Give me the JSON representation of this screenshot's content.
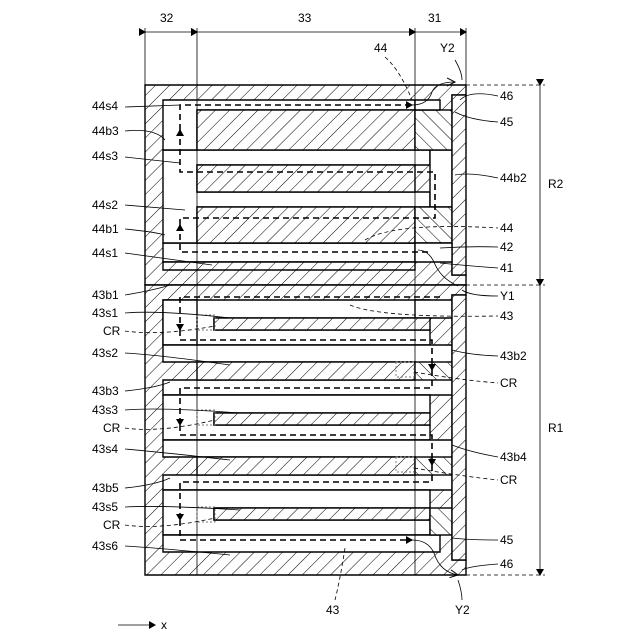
{
  "regions": {
    "r32": "32",
    "r33": "33",
    "r31": "31"
  },
  "refs": {
    "n44_top": "44",
    "y2_top": "Y2",
    "n46_top": "46",
    "n45_top": "45",
    "s44s4": "44s4",
    "b44b3": "44b3",
    "s44s3": "44s3",
    "b44b2": "44b2",
    "r2": "R2",
    "s44s2": "44s2",
    "b44b1": "44b1",
    "n44_mid": "44",
    "n42": "42",
    "s44s1": "44s1",
    "n41": "41",
    "b43b1": "43b1",
    "y1": "Y1",
    "s43s1": "43s1",
    "n43_mid": "43",
    "cr1": "CR",
    "s43s2": "43s2",
    "b43b2": "43b2",
    "b43b3": "43b3",
    "cr2": "CR",
    "s43s3": "43s3",
    "r1": "R1",
    "cr3": "CR",
    "s43s4": "43s4",
    "b43b4": "43b4",
    "b43b5": "43b5",
    "cr4": "CR",
    "s43s5": "43s5",
    "cr5": "CR",
    "n45_bot": "45",
    "s43s6": "43s6",
    "n46_bot": "46",
    "n43_bot": "43",
    "y2_bot": "Y2",
    "x_axis": "x"
  }
}
